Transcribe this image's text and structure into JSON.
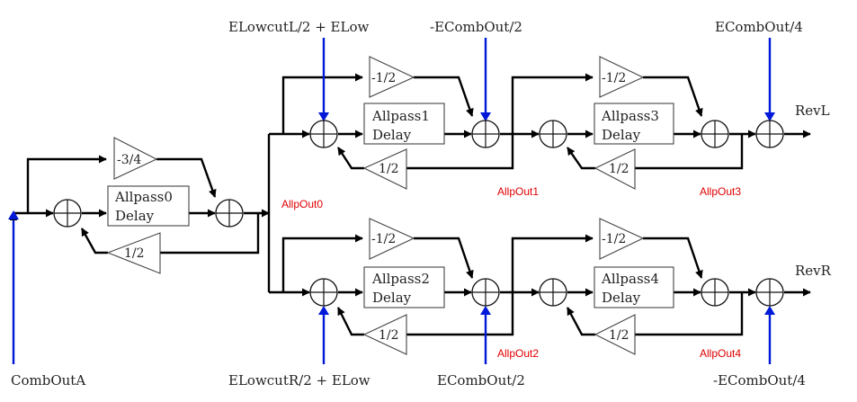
{
  "inputs": {
    "comb_out_a": "CombOutA",
    "elowcut_l": "ELowcutL/2 + ELow",
    "neg_ecombout_2": "-ECombOut/2",
    "ecombout_4": "ECombOut/4",
    "elowcut_r": "ELowcutR/2 + ELow",
    "ecombout_2": "ECombOut/2",
    "neg_ecombout_4": "-ECombOut/4"
  },
  "outputs": {
    "rev_l": "RevL",
    "rev_r": "RevR"
  },
  "delays": {
    "ap0": [
      "Allpass0",
      "Delay"
    ],
    "ap1": [
      "Allpass1",
      "Delay"
    ],
    "ap2": [
      "Allpass2",
      "Delay"
    ],
    "ap3": [
      "Allpass3",
      "Delay"
    ],
    "ap4": [
      "Allpass4",
      "Delay"
    ]
  },
  "gains": {
    "ff0": "-3/4",
    "fb0": "1/2",
    "ff1": "-1/2",
    "fb1": "1/2",
    "ff3": "-1/2",
    "fb3": "1/2",
    "ff2": "-1/2",
    "fb2": "1/2",
    "ff4": "-1/2",
    "fb4": "1/2"
  },
  "nodes": {
    "allp0": "AllpOut0",
    "allp1": "AllpOut1",
    "allp3": "AllpOut3",
    "allp2": "AllpOut2",
    "allp4": "AllpOut4"
  },
  "colors": {
    "wire": "#000000",
    "control": "#0018d8",
    "node_label": "#e00000"
  }
}
